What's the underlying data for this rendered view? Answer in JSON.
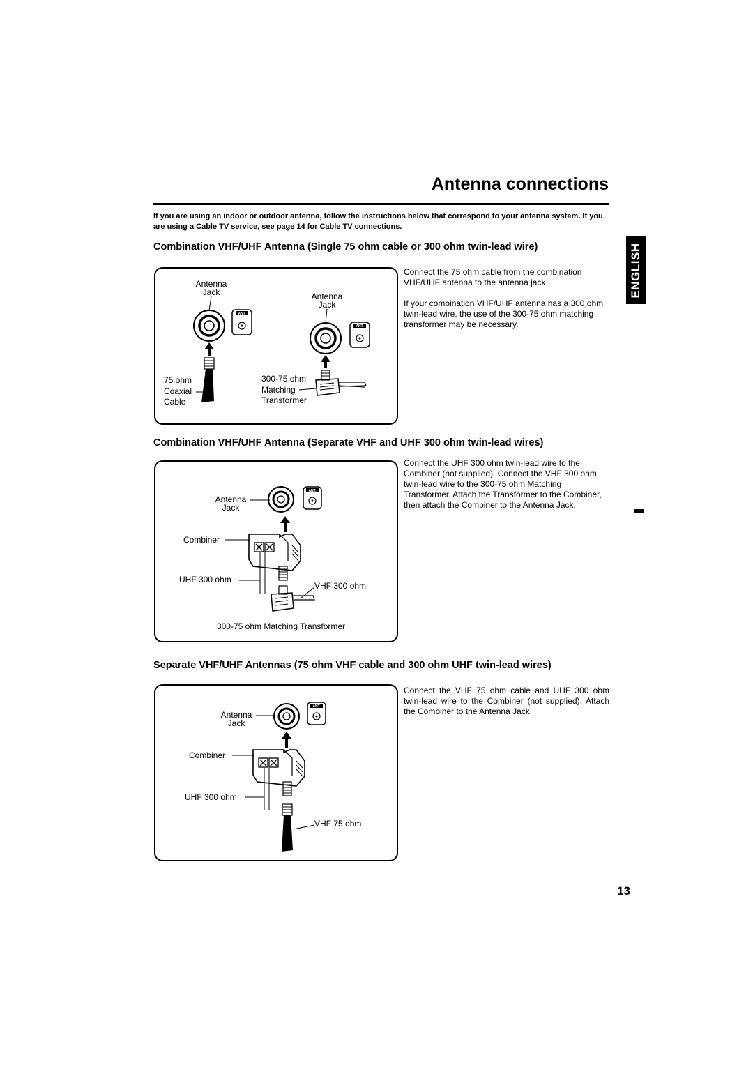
{
  "page": {
    "title": "Antenna connections",
    "intro": "If you are using an indoor or outdoor antenna, follow the instructions below that correspond to your antenna system. If you are using a Cable TV service, see page 14 for Cable TV connections.",
    "language_tab": "ENGLISH",
    "page_number": "13"
  },
  "icons": {
    "antenna_terminal": "ANT."
  },
  "section1": {
    "heading": "Combination VHF/UHF Antenna (Single 75 ohm cable or 300 ohm twin-lead wire)",
    "desc1": "Connect the 75 ohm cable from the combination VHF/UHF antenna to the antenna jack.",
    "desc2": "If your combination VHF/UHF antenna has a 300 ohm twin-lead wire, the use of the 300-75 ohm matching transformer may be necessary.",
    "labels": {
      "antenna_jack_left_1": "Antenna",
      "antenna_jack_left_2": "Jack",
      "antenna_jack_right_1": "Antenna",
      "antenna_jack_right_2": "Jack",
      "coax_1": "75 ohm",
      "coax_2": "Coaxial",
      "coax_3": "Cable",
      "transformer_1": "300-75 ohm",
      "transformer_2": "Matching",
      "transformer_3": "Transformer"
    }
  },
  "section2": {
    "heading": "Combination VHF/UHF Antenna (Separate VHF and UHF 300 ohm twin-lead wires)",
    "desc1": "Connect the UHF 300 ohm twin-lead wire to the Combiner (not supplied). Connect the VHF 300 ohm twin-lead wire to the 300-75 ohm Matching Transformer. Attach the Transformer to the Combiner, then attach the Combiner to the Antenna Jack.",
    "labels": {
      "antenna_jack_1": "Antenna",
      "antenna_jack_2": "Jack",
      "combiner": "Combiner",
      "uhf": "UHF 300 ohm",
      "vhf": "VHF 300 ohm",
      "transformer": "300-75 ohm Matching Transformer"
    }
  },
  "section3": {
    "heading": "Separate VHF/UHF Antennas (75 ohm VHF cable and 300 ohm UHF twin-lead wires)",
    "desc1": "Connect the VHF 75 ohm cable and UHF 300 ohm twin-lead wire to the Combiner (not supplied). Attach the Combiner to the Antenna Jack.",
    "labels": {
      "antenna_jack_1": "Antenna",
      "antenna_jack_2": "Jack",
      "combiner": "Combiner",
      "uhf": "UHF 300 ohm",
      "vhf": "VHF 75 ohm"
    }
  }
}
